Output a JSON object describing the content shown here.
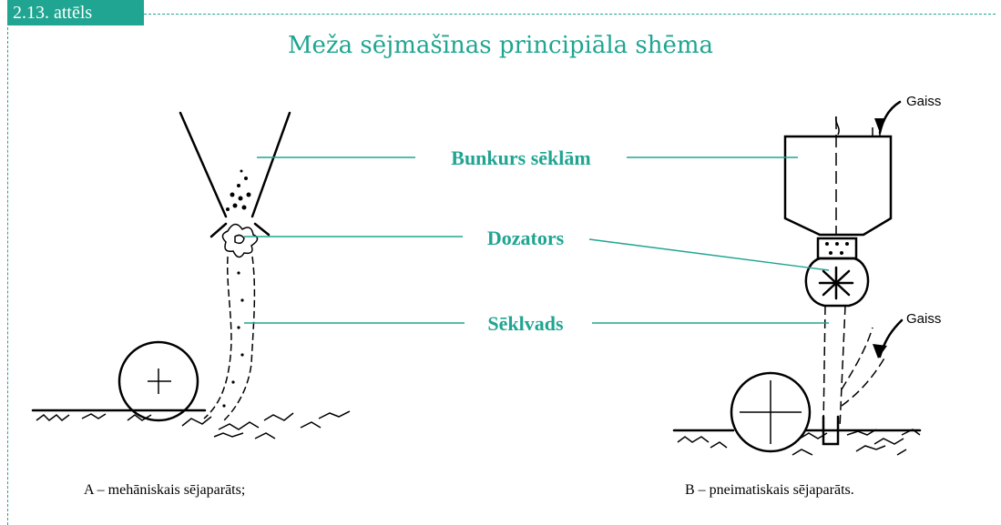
{
  "figure_number": "2.13. attēls",
  "title": "Meža sējmašīnas principiāla shēma",
  "labels": {
    "hopper": "Bunkurs sēklām",
    "dispenser": "Dozators",
    "seed_tube": "Sēklvads",
    "air_top": "Gaiss",
    "air_side": "Gaiss"
  },
  "captions": {
    "a": "A – mehāniskais sējaparāts;",
    "b": "B – pneimatiskais sējaparāts."
  },
  "colors": {
    "accent": "#1fa591",
    "ink": "#000000"
  }
}
